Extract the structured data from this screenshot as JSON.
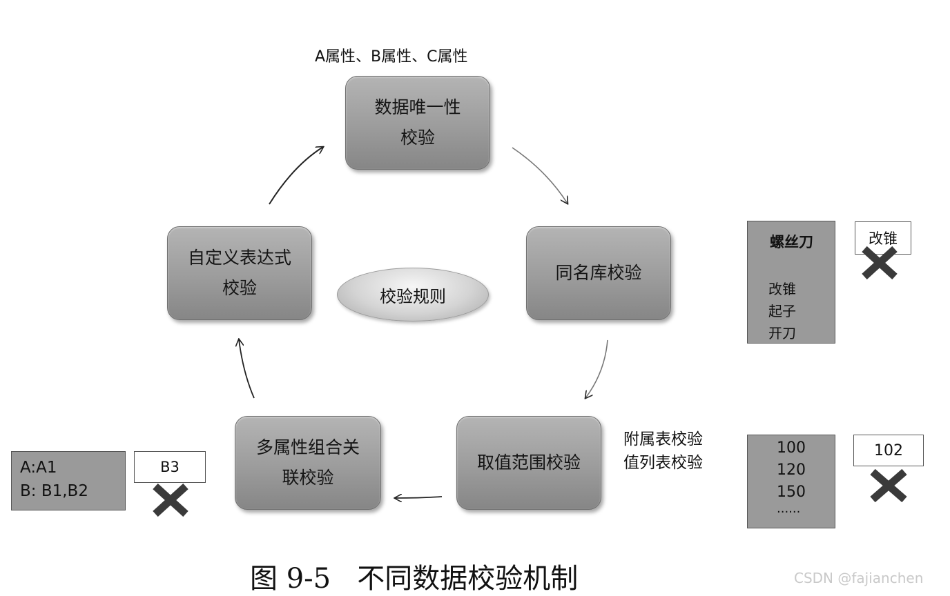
{
  "top_label": "A属性、B属性、C属性",
  "nodes": {
    "uniqueness": [
      "数据唯一性",
      "校验"
    ],
    "same_library": [
      "同名库校验"
    ],
    "value_range": [
      "取值范围校验"
    ],
    "multi_attr": [
      "多属性组合关",
      "联校验"
    ],
    "custom_expr": [
      "自定义表达式",
      "校验"
    ]
  },
  "center_label": "校验规则",
  "same_library_example": {
    "title": "螺丝刀",
    "items": [
      "改锥",
      "起子",
      "开刀"
    ],
    "rejected": "改锥"
  },
  "value_range_example": {
    "caption": [
      "附属表校验",
      "值列表校验"
    ],
    "items": [
      "100",
      "120",
      "150",
      "......"
    ],
    "rejected": "102"
  },
  "multi_attr_example": {
    "lines": [
      "A:A1",
      "B: B1,B2"
    ],
    "rejected": "B3"
  },
  "figure_caption": "图 9-5   不同数据校验机制",
  "watermark": "CSDN @fajianchen",
  "colors": {
    "node_fill": "#9c9c9c",
    "example_box": "#9a9a9a",
    "x_mark": "#3a3a3a"
  }
}
